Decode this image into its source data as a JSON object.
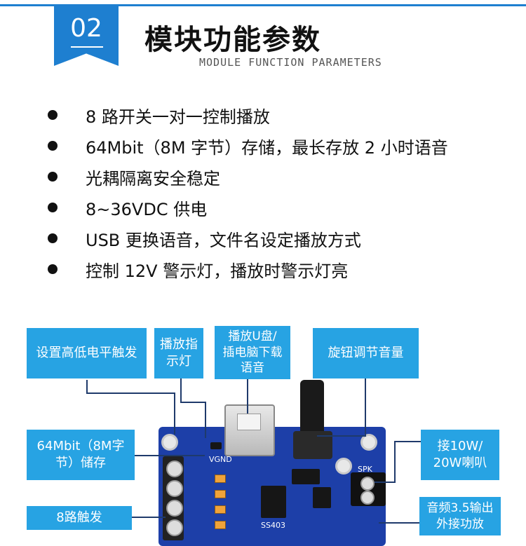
{
  "header": {
    "number": "02",
    "title": "模块功能参数",
    "subtitle": "MODULE FUNCTION PARAMETERS"
  },
  "features": [
    "8 路开关一对一控制播放",
    "64Mbit（8M 字节）存储，最长存放 2 小时语音",
    "光耦隔离安全稳定",
    "8~36VDC 供电",
    "USB 更换语音，文件名设定播放方式",
    "控制 12V 警示灯，播放时警示灯亮"
  ],
  "callouts": {
    "level_trigger": "设置高低电平触发",
    "play_indicator": "播放指\n示灯",
    "usb_download": "播放U盘/\n插电脑下载\n语音",
    "volume_knob": "旋钮调节音量",
    "storage": "64Mbit（8M字\n节）储存",
    "speaker": "接10W/\n20W喇叭",
    "trigger8": "8路触发",
    "audio_out": "音频3.5输出\n外接功放"
  },
  "pcb_labels": {
    "vgnd": "VGND",
    "spk": "SPK",
    "chip": "SS403"
  },
  "colors": {
    "accent": "#1e7fd0",
    "callout": "#27a3e3",
    "pcb": "#1d3fa8"
  }
}
